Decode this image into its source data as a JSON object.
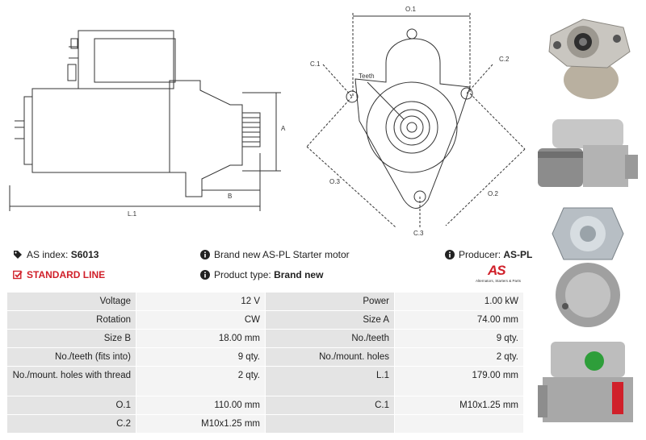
{
  "drawing_labels": {
    "A": "A",
    "B": "B",
    "L1": "L.1",
    "O1": "O.1",
    "O2": "O.2",
    "O3": "O.3",
    "C1": "C.1",
    "C2": "C.2",
    "C3": "C.3",
    "teeth": "Teeth"
  },
  "info": {
    "as_index_label": "AS index:",
    "as_index_value": "S6013",
    "description": "Brand new AS-PL Starter motor",
    "producer_label": "Producer:",
    "producer_value": "AS-PL",
    "standard_line": "STANDARD LINE",
    "product_type_label": "Product type:",
    "product_type_value": "Brand new",
    "logo_text": "AS",
    "logo_tagline": "Alternators, Starters & Parts"
  },
  "icons": {
    "tag": "tag-icon",
    "info": "info-circle-icon",
    "check": "check-square-icon"
  },
  "colors": {
    "accent_red": "#d0202a",
    "label_cell": "#e4e4e4",
    "value_cell": "#f4f4f4"
  },
  "specs": [
    [
      {
        "label": "Voltage",
        "value": "12 V"
      },
      {
        "label": "Power",
        "value": "1.00 kW"
      }
    ],
    [
      {
        "label": "Rotation",
        "value": "CW"
      },
      {
        "label": "Size A",
        "value": "74.00 mm"
      }
    ],
    [
      {
        "label": "Size B",
        "value": "18.00 mm"
      },
      {
        "label": "No./teeth",
        "value": "9 qty."
      }
    ],
    [
      {
        "label": "No./teeth (fits into)",
        "value": "9 qty."
      },
      {
        "label": "No./mount. holes",
        "value": "2 qty."
      }
    ],
    [
      {
        "label": "No./mount. holes with thread",
        "value": "2 qty."
      },
      {
        "label": "L.1",
        "value": "179.00 mm"
      }
    ],
    [
      {
        "label": "O.1",
        "value": "110.00 mm"
      },
      {
        "label": "C.1",
        "value": "M10x1.25 mm"
      }
    ],
    [
      {
        "label": "C.2",
        "value": "M10x1.25 mm"
      },
      {
        "label": "",
        "value": ""
      }
    ]
  ]
}
